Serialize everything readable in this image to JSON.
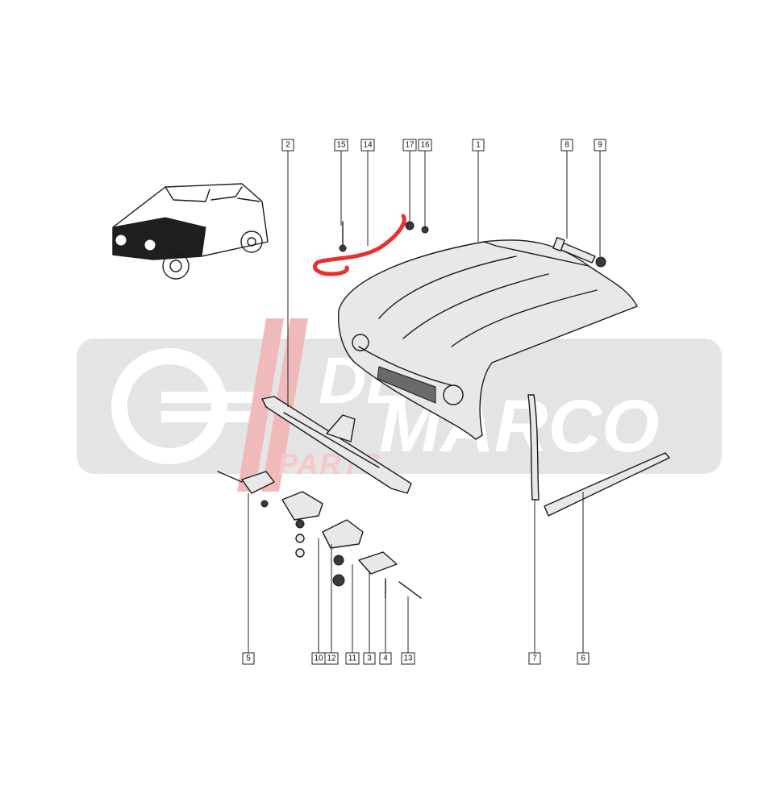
{
  "watermark": {
    "brand_line1": "DE",
    "brand_line2": "MARCO",
    "brand_sub": "PARTS",
    "colors": {
      "grey": "#d9d9d9",
      "red": "#f2b8b8"
    }
  },
  "highlight_color": "#e8312f",
  "highlighted_part": "14",
  "callouts": [
    {
      "id": "c2",
      "label": "2"
    },
    {
      "id": "c15",
      "label": "15"
    },
    {
      "id": "c14",
      "label": "14"
    },
    {
      "id": "c17",
      "label": "17"
    },
    {
      "id": "c16",
      "label": "16"
    },
    {
      "id": "c1",
      "label": "1"
    },
    {
      "id": "c8",
      "label": "8"
    },
    {
      "id": "c9",
      "label": "9"
    },
    {
      "id": "c5",
      "label": "5"
    },
    {
      "id": "c10",
      "label": "10"
    },
    {
      "id": "c12",
      "label": "12"
    },
    {
      "id": "c11",
      "label": "11"
    },
    {
      "id": "c3",
      "label": "3"
    },
    {
      "id": "c4",
      "label": "4"
    },
    {
      "id": "c13",
      "label": "13"
    },
    {
      "id": "c7",
      "label": "7"
    },
    {
      "id": "c6",
      "label": "6"
    }
  ]
}
